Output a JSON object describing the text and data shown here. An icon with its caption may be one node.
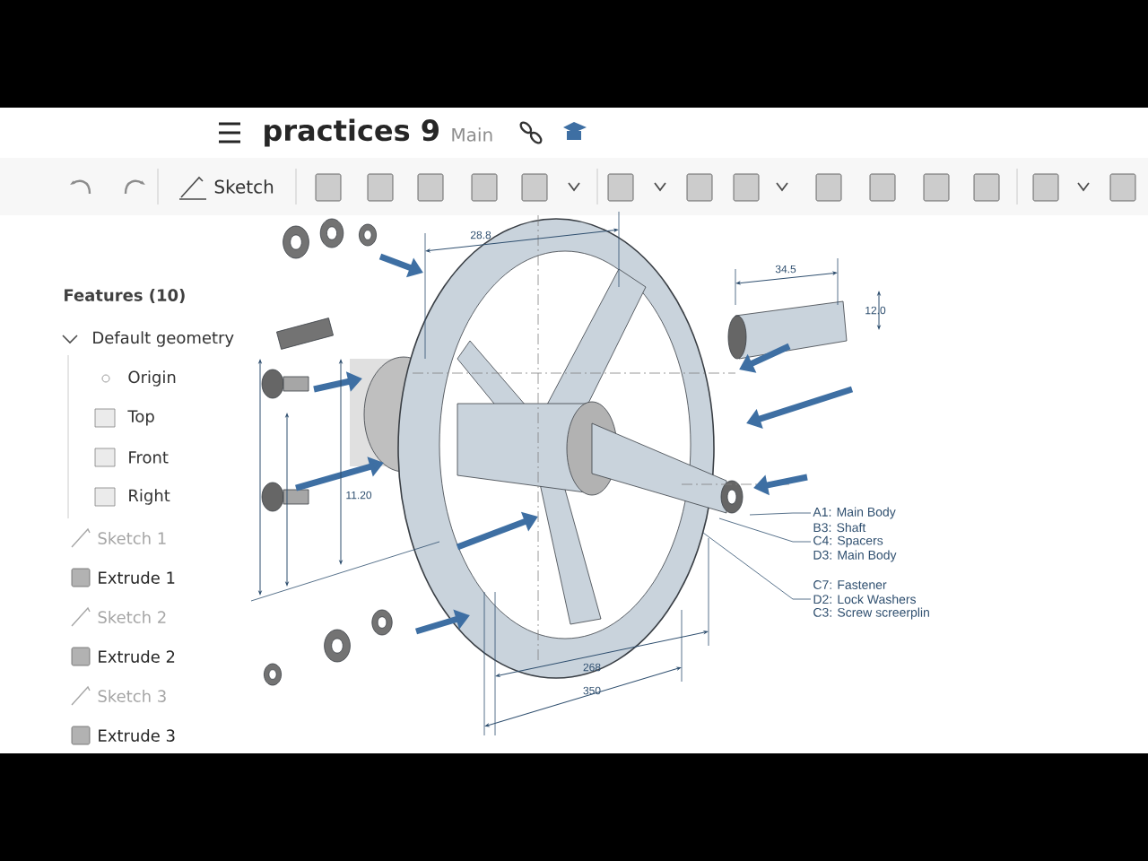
{
  "diagram": {
    "nodes": [
      {
        "text": [
          "A1: Main Body"
        ]
      },
      {
        "text": [
          "C4: Spacers"
        ]
      },
      {
        "text": [
          "D2: Lock Washers"
        ]
      }
    ],
    "edges": [
      {
        "from": 0,
        "to": null,
        "arrow": "none"
      },
      {
        "from": 1,
        "to": null,
        "arrow": "none"
      },
      {
        "from": 2,
        "to": null,
        "arrow": "none"
      }
    ],
    "labels": [
      "practices 9",
      "Main",
      "Sketch",
      "Features (10)",
      "Default geometry",
      "Origin",
      "Top",
      "Front",
      "Right",
      "Sketch 1",
      "Extrude 1",
      "Sketch 2",
      "Extrude 2",
      "Sketch 3",
      "Extrude 3",
      "28.8",
      "34.5",
      "12.0",
      "11.20",
      "268",
      "350",
      "B3: Shaft",
      "D3: Main Body",
      "C7: Fastener",
      "C3: Screw screerplin"
    ]
  }
}
